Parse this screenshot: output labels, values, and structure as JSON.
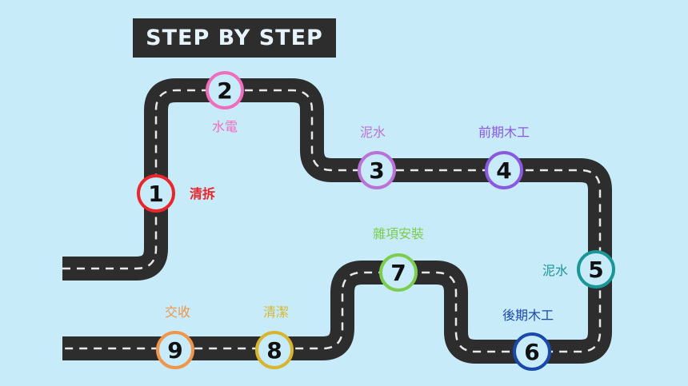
{
  "title": "STEP BY STEP",
  "colors": {
    "background": "#c8ebfa",
    "road": "#2d2d2d",
    "dash": "#e8e8e8"
  },
  "steps": [
    {
      "number": "1",
      "label": "清拆",
      "color": "#e8262b"
    },
    {
      "number": "2",
      "label": "水電",
      "color": "#ef6dbb"
    },
    {
      "number": "3",
      "label": "泥水",
      "color": "#bb72d8"
    },
    {
      "number": "4",
      "label": "前期木工",
      "color": "#8b59e0"
    },
    {
      "number": "5",
      "label": "泥水",
      "color": "#1b9696"
    },
    {
      "number": "6",
      "label": "後期木工",
      "color": "#1a49a8"
    },
    {
      "number": "7",
      "label": "雜項安裝",
      "color": "#7ccc4e"
    },
    {
      "number": "8",
      "label": "清潔",
      "color": "#d8b52c"
    },
    {
      "number": "9",
      "label": "交收",
      "color": "#f0954a"
    }
  ]
}
